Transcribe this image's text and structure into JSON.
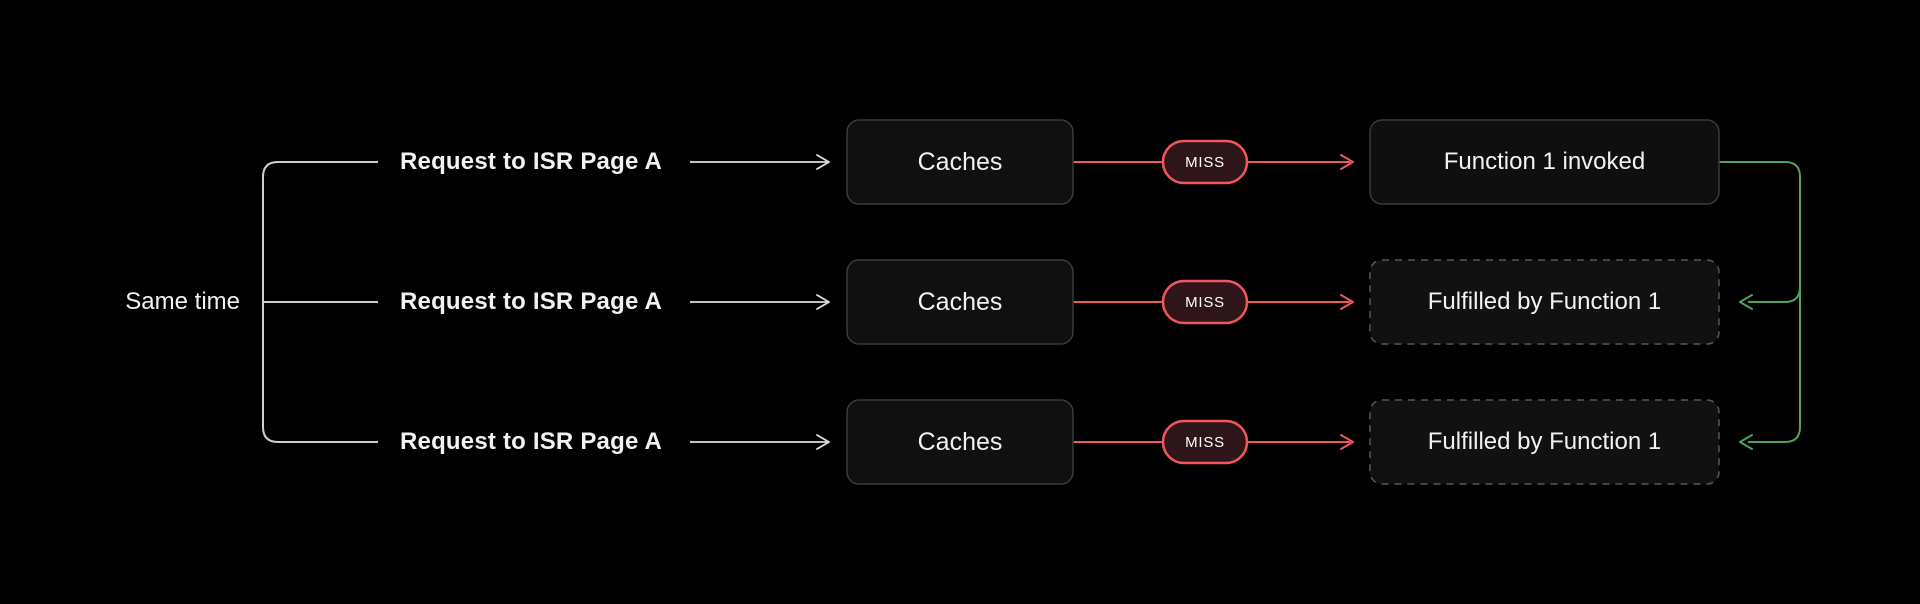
{
  "diagram": {
    "left_label": "Same time",
    "rows": [
      {
        "request_label": "Request to ISR Page A",
        "cache_label": "Caches",
        "badge_label": "MISS",
        "result_label": "Function 1 invoked",
        "result_border": "solid"
      },
      {
        "request_label": "Request to ISR Page A",
        "cache_label": "Caches",
        "badge_label": "MISS",
        "result_label": "Fulfilled by Function 1",
        "result_border": "dashed"
      },
      {
        "request_label": "Request to ISR Page A",
        "cache_label": "Caches",
        "badge_label": "MISS",
        "result_label": "Fulfilled by Function 1",
        "result_border": "dashed"
      }
    ],
    "colors": {
      "background": "#000000",
      "box_background": "#101010",
      "box_border": "#3a3a3a",
      "dashed_box_border": "#575757",
      "text": "#f2f2f2",
      "neutral_line": "#d6d6d6",
      "miss_red": "#f1565c",
      "miss_fill": "#2e151a",
      "function_green": "#4fa160"
    }
  }
}
